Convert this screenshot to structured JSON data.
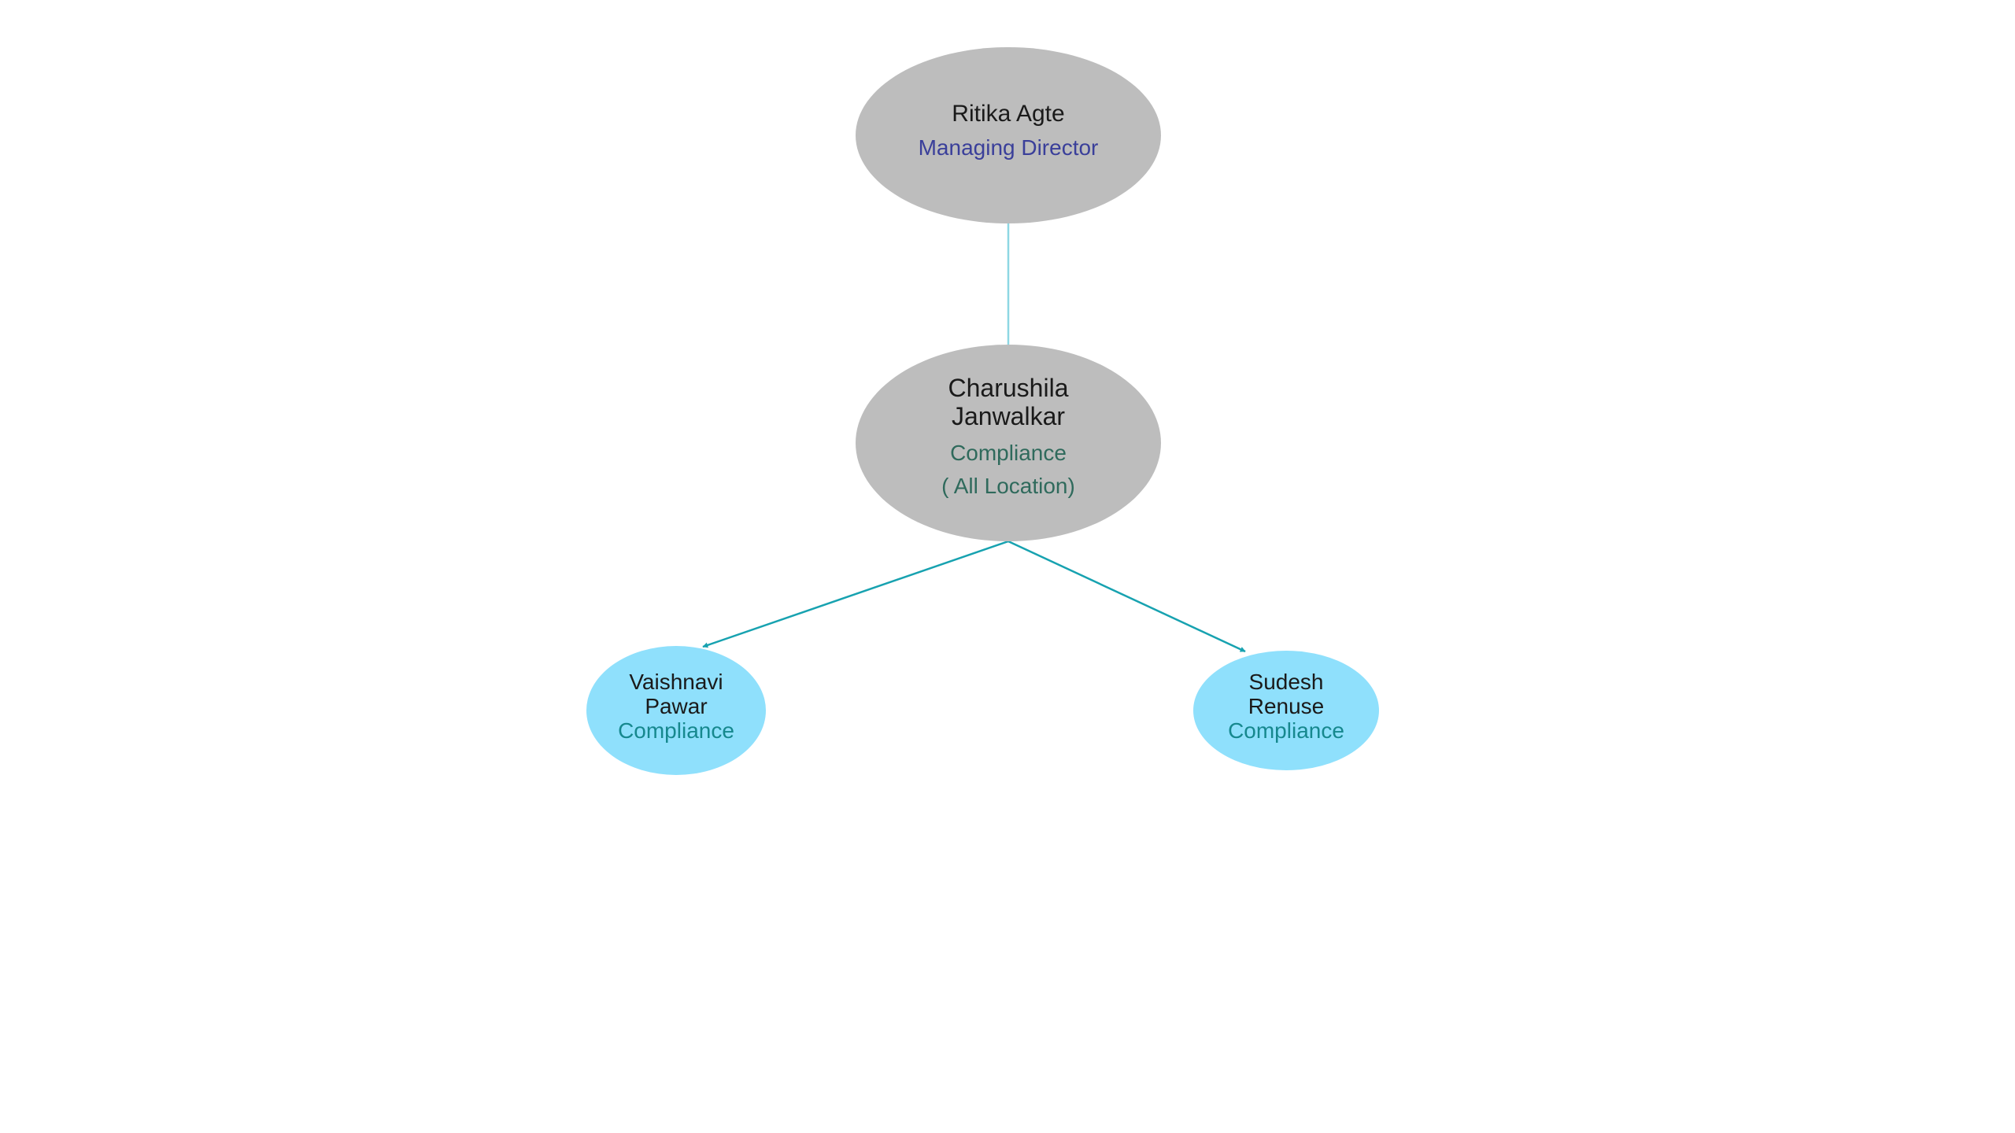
{
  "colors": {
    "top_node_fill": "#bdbdbd",
    "leaf_node_fill": "#8fe0fc",
    "connector": "#8ed7e3",
    "arrow": "#17a2b0",
    "director_role_text": "#3a3f9a",
    "compliance_role_text": "#2f6a5c",
    "leaf_role_text": "#16888e"
  },
  "nodes": {
    "director": {
      "name": "Ritika Agte",
      "role": "Managing Director"
    },
    "head": {
      "name_line1": "Charushila",
      "name_line2": "Janwalkar",
      "role": "Compliance",
      "location": "( All Location)"
    },
    "left_report": {
      "name_line1": "Vaishnavi",
      "name_line2": "Pawar",
      "role": "Compliance"
    },
    "right_report": {
      "name_line1": "Sudesh",
      "name_line2": "Renuse",
      "role": "Compliance"
    }
  }
}
